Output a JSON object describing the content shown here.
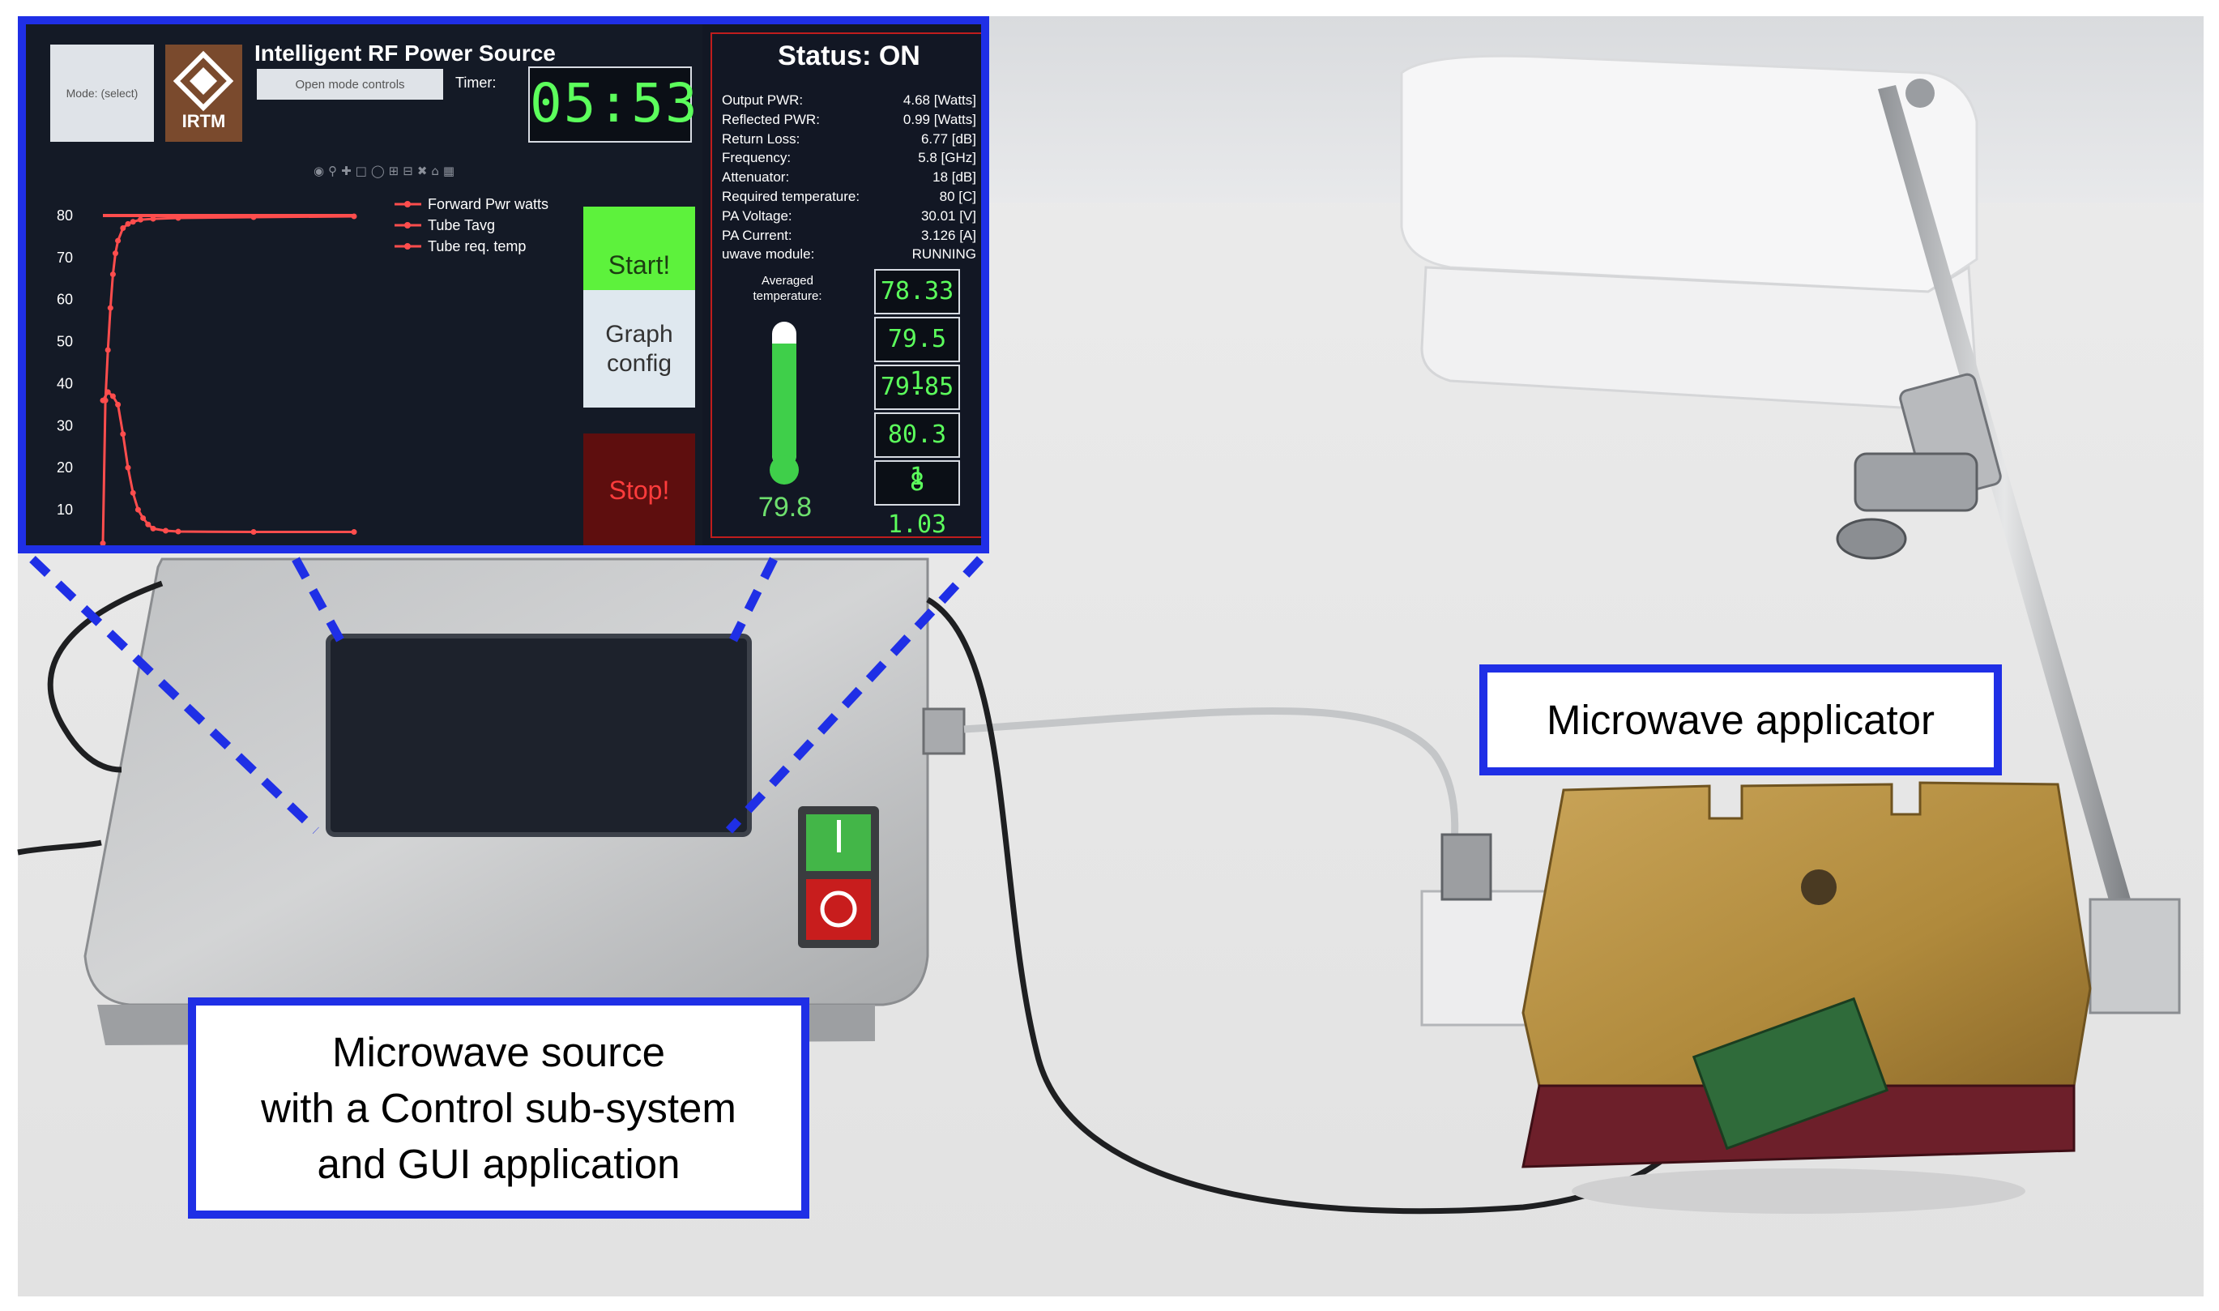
{
  "gui": {
    "mode_button": "Mode: (select)",
    "logo_text": "IRTM",
    "app_title": "Intelligent RF Power Source",
    "open_mode_button": "Open mode controls",
    "timer_label": "Timer:",
    "timer_value": "05:53",
    "start_button": "Start!",
    "graph_config_button": [
      "Graph",
      "config"
    ],
    "stop_button": "Stop!",
    "status_title": "Status: ON",
    "status_rows": [
      {
        "label": "Output PWR:",
        "value": "4.68 [Watts]"
      },
      {
        "label": "Reflected PWR:",
        "value": "0.99 [Watts]"
      },
      {
        "label": "Return Loss:",
        "value": "6.77 [dB]"
      },
      {
        "label": "Frequency:",
        "value": "5.8 [GHz]"
      },
      {
        "label": "Attenuator:",
        "value": "18 [dB]"
      },
      {
        "label": "Required temperature:",
        "value": "80 [C]"
      },
      {
        "label": "PA Voltage:",
        "value": "30.01 [V]"
      },
      {
        "label": "PA Current:",
        "value": "3.126 [A]"
      },
      {
        "label": "uwave module:",
        "value": "RUNNING"
      }
    ],
    "averaged_label": [
      "Averaged",
      "temperature:"
    ],
    "thermometer_value": "79.8",
    "thermometer_fraction": 0.85,
    "temperatures": [
      "78.33",
      "79.5 1",
      "79.85",
      "80.3 1",
      "8 1.03"
    ]
  },
  "chart_data": {
    "type": "line",
    "y_ticks": [
      "80",
      "70",
      "60",
      "50",
      "40",
      "30",
      "20",
      "10"
    ],
    "ylim": [
      5,
      85
    ],
    "legend": [
      "Forward Pwr watts",
      "Tube Tavg",
      "Tube req. temp"
    ],
    "legend_placement": "top-right",
    "series_colors": [
      "#ff4d4d",
      "#ff4d4d",
      "#ff4d4d"
    ],
    "series": [
      {
        "name": "Tube Tavg",
        "x": [
          0,
          1,
          2,
          3,
          4,
          5,
          6,
          8,
          10,
          12,
          15,
          20,
          30,
          60,
          100
        ],
        "y": [
          2,
          36,
          48,
          58,
          66,
          71,
          74,
          77,
          78,
          78.5,
          79,
          79.2,
          79.4,
          79.6,
          79.8
        ]
      },
      {
        "name": "Forward Pwr watts",
        "x": [
          0,
          2,
          4,
          6,
          8,
          10,
          12,
          14,
          16,
          18,
          20,
          25,
          30,
          60,
          100
        ],
        "y": [
          36,
          38,
          37,
          35,
          28,
          20,
          14,
          10,
          8,
          6.5,
          5.5,
          5,
          4.8,
          4.7,
          4.7
        ]
      },
      {
        "name": "Tube req. temp",
        "x": [
          0,
          100
        ],
        "y": [
          80,
          80
        ]
      }
    ]
  },
  "callouts": {
    "applicator": "Microwave applicator",
    "source": [
      "Microwave source",
      "with a Control sub-system",
      "and GUI application"
    ]
  },
  "colors": {
    "callout_border": "#1f2fe6",
    "screen_bg": "#121724",
    "timer_green": "#5cff5c",
    "start_green": "#5df23c",
    "stop_red": "#5e0e0e",
    "brass": "#b8903a"
  }
}
